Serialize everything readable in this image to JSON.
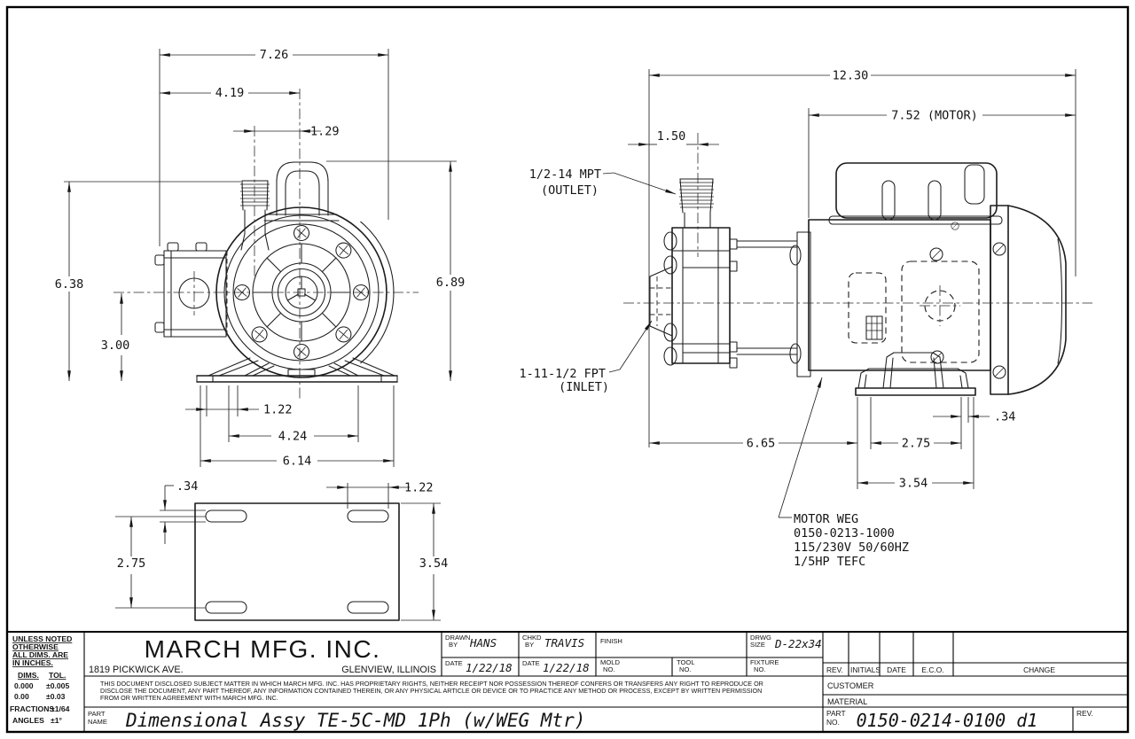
{
  "views": {
    "front": {
      "width_overall": "7.26",
      "width_to_center": "4.19",
      "outlet_to_center": "1.29",
      "height_overall": "6.38",
      "center_height": "3.00",
      "height_to_handle": "6.89",
      "foot_slot_offset": "1.22",
      "foot_holes_width": "4.24",
      "base_width": "6.14"
    },
    "base_plate": {
      "slot_width": ".34",
      "slot_length": "1.22",
      "hole_spacing_depth": "2.75",
      "plate_depth": "3.54"
    },
    "side": {
      "length_overall": "12.30",
      "motor_length": "7.52 (MOTOR)",
      "inlet_to_outlet": "1.50",
      "inlet_to_foot": "6.65",
      "foot_hole_spacing": "2.75",
      "foot_length": "3.54",
      "foot_slot_width": ".34"
    },
    "callouts": {
      "outlet_line1": "1/2-14 MPT",
      "outlet_line2": "(OUTLET)",
      "inlet_line1": "1-11-1/2 FPT",
      "inlet_line2": "(INLET)",
      "motor_note_lines": [
        "MOTOR WEG",
        "0150-0213-1000",
        "115/230V 50/60HZ",
        "1/5HP TEFC"
      ]
    }
  },
  "title_block": {
    "tolerance": {
      "note_lines": [
        "UNLESS NOTED",
        "OTHERWISE",
        "ALL DIMS. ARE",
        "IN INCHES."
      ],
      "dims_header": "DIMS.",
      "tol_header": "TOL.",
      "rows": [
        [
          "0.000",
          "±0.005"
        ],
        [
          "0.00",
          "±0.03"
        ],
        [
          "FRACTIONS",
          "±1/64"
        ],
        [
          "ANGLES",
          "±1°"
        ]
      ]
    },
    "company": {
      "name": "MARCH MFG. INC.",
      "address": "1819 PICKWICK AVE.",
      "city": "GLENVIEW, ILLINOIS"
    },
    "proprietary_lines": [
      "THIS DOCUMENT DISCLOSED SUBJECT MATTER IN WHICH MARCH MFG. INC. HAS PROPRIETARY RIGHTS, NEITHER RECEIPT NOR POSSESSION THEREOF CONFERS OR TRANSFERS ANY RIGHT TO REPRODUCE OR",
      "DISCLOSE THE DOCUMENT, ANY PART THEREOF, ANY INFORMATION CONTAINED THEREIN, OR ANY PHYSICAL ARTICLE OR DEVICE OR TO PRACTICE ANY METHOD OR PROCESS, EXCEPT BY WRITTEN PERMISSION",
      "FROM OR WRITTEN AGREEMENT WITH MARCH MFG. INC."
    ],
    "fields": {
      "drawn_label1": "DRAWN",
      "drawn_label2": "BY",
      "drawn_by": "HANS",
      "chkd_label1": "CHKD",
      "chkd_label2": "BY",
      "chkd_by": "TRAVIS",
      "date_label1": "DATE",
      "drawn_date": "1/22/18",
      "date_label2": "DATE",
      "chkd_date": "1/22/18",
      "finish_label": "FINISH",
      "mold_label1": "MOLD",
      "mold_label2": "NO.",
      "tool_label1": "TOOL",
      "tool_label2": "NO.",
      "fixture_label1": "FIXTURE",
      "fixture_label2": "NO.",
      "drwg_label1": "DRWG",
      "drwg_label2": "SIZE",
      "drwg_size": "D-22x34"
    },
    "rev_table": {
      "rev": "REV.",
      "initials": "INITIALS",
      "date": "DATE",
      "eco": "E.C.O.",
      "change": "CHANGE"
    },
    "customer_label": "CUSTOMER",
    "material_label": "MATERIAL",
    "part_name_label1": "PART",
    "part_name_label2": "NAME",
    "part_name": "Dimensional Assy TE-5C-MD 1Ph (w/WEG Mtr)",
    "part_no_label1": "PART",
    "part_no_label2": "NO.",
    "part_no": "0150-0214-0100 d1",
    "rev_label": "REV."
  }
}
